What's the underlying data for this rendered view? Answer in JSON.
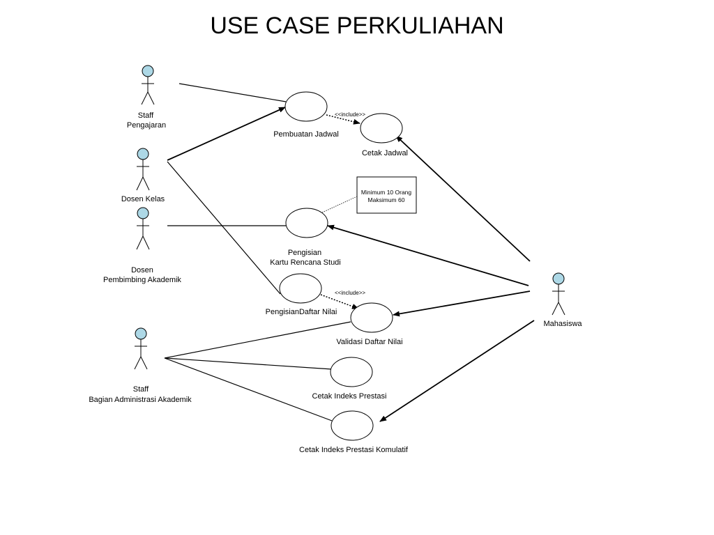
{
  "title": "USE CASE PERKULIAHAN",
  "colors": {
    "actor_head": "#add8e6",
    "line": "#000000"
  },
  "actors": [
    {
      "key": "staff_pengajaran",
      "lines": [
        "Staff",
        "Pengajaran"
      ]
    },
    {
      "key": "dosen_kelas",
      "lines": [
        "Dosen Kelas"
      ]
    },
    {
      "key": "dosen_pa",
      "lines": [
        "Dosen",
        "Pembimbing Akademik"
      ]
    },
    {
      "key": "staff_baak",
      "lines": [
        "Staff",
        "Bagian Administrasi Akademik"
      ]
    },
    {
      "key": "mahasiswa",
      "lines": [
        "Mahasiswa"
      ]
    }
  ],
  "use_cases": [
    {
      "key": "pembuatan_jadwal",
      "lines": [
        "Pembuatan Jadwal"
      ]
    },
    {
      "key": "cetak_jadwal",
      "lines": [
        "Cetak Jadwal"
      ]
    },
    {
      "key": "pengisian_krs",
      "lines": [
        "Pengisian",
        "Kartu Rencana Studi"
      ]
    },
    {
      "key": "pengisian_daftar_nilai",
      "lines": [
        "PengisianDaftar  Nilai"
      ]
    },
    {
      "key": "validasi_daftar_nilai",
      "lines": [
        "Validasi Daftar  Nilai"
      ]
    },
    {
      "key": "cetak_ip",
      "lines": [
        "Cetak Indeks Prestasi"
      ]
    },
    {
      "key": "cetak_ipk",
      "lines": [
        "Cetak Indeks Prestasi Komulatif"
      ]
    }
  ],
  "relations": {
    "include_1": "<<include>>",
    "include_2": "<<include>>"
  },
  "note": {
    "lines": [
      "Minimum 10 Orang",
      "Maksimum 60"
    ]
  }
}
